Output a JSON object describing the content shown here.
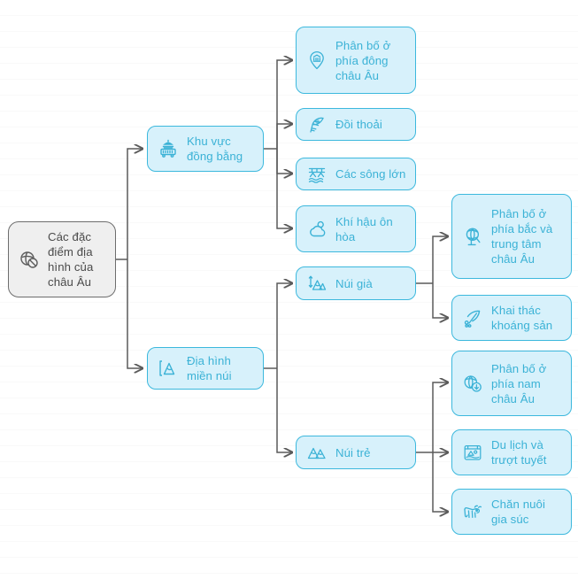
{
  "diagram": {
    "title_text": "Các đặc điểm địa hình của châu Âu",
    "type": "mind-map",
    "colors": {
      "node_fill": "#d7f1fb",
      "node_border": "#3cb8dd",
      "node_text": "#3bb2d6",
      "root_fill": "#efefef",
      "root_border": "#6d6d6d",
      "root_text": "#4a4a4a",
      "connector": "#5a5a5a",
      "background": "#ffffff"
    }
  },
  "nodes": {
    "root": {
      "label": "Các đặc điểm địa hình của châu Âu",
      "icon": "globe-slash-icon"
    },
    "branch_plains": {
      "label": "Khu vực đồng bằng",
      "icon": "building-train-icon"
    },
    "branch_mountains": {
      "label": "Địa hình miền núi",
      "icon": "mountain-bracket-icon"
    },
    "plains_children": [
      {
        "label": "Phân bố ở phía đông châu Âu",
        "icon": "bank-pin-icon"
      },
      {
        "label": "Đồi thoải",
        "icon": "feather-icon"
      },
      {
        "label": "Các sông lớn",
        "icon": "river-bridge-icon"
      },
      {
        "label": "Khí hậu ôn hòa",
        "icon": "cloud-sun-icon"
      }
    ],
    "mountain_children": [
      {
        "label": "Núi già",
        "icon": "old-mountain-icon"
      },
      {
        "label": "Núi trẻ",
        "icon": "young-mountain-icon"
      }
    ],
    "old_mountain_children": [
      {
        "label": "Phân bố ở phía bắc và trung tâm châu Âu",
        "icon": "globe-stand-icon"
      },
      {
        "label": "Khai thác khoáng sản",
        "icon": "pickaxe-icon"
      }
    ],
    "young_mountain_children": [
      {
        "label": "Phân bố ở phía nam châu Âu",
        "icon": "globe-download-icon"
      },
      {
        "label": "Du lịch và trượt tuyết",
        "icon": "ski-photo-icon"
      },
      {
        "label": "Chăn nuôi gia súc",
        "icon": "cow-icon"
      }
    ]
  }
}
